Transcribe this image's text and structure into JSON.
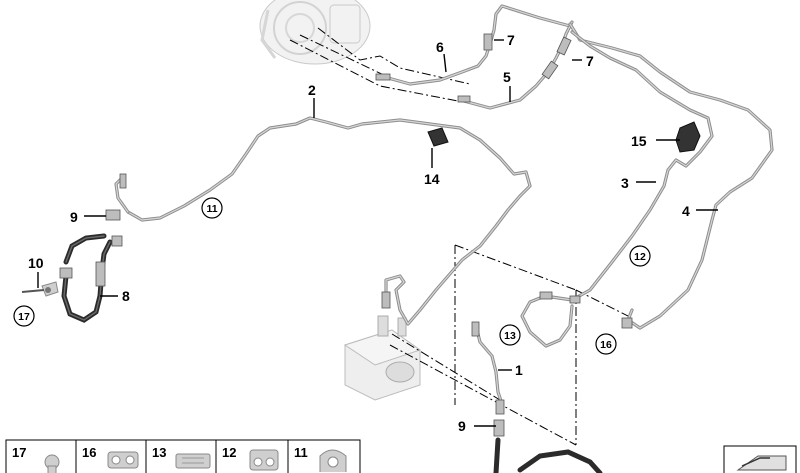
{
  "callouts": {
    "c1": "1",
    "c2": "2",
    "c3": "3",
    "c4": "4",
    "c5": "5",
    "c6": "6",
    "c7a": "7",
    "c7b": "7",
    "c8": "8",
    "c9a": "9",
    "c9b": "9",
    "c10": "10",
    "c11": "11",
    "c12": "12",
    "c13": "13",
    "c14": "14",
    "c15": "15",
    "c16": "16",
    "c17": "17"
  },
  "parts_strip": {
    "items": [
      {
        "label": "17",
        "icon": "bolt-icon"
      },
      {
        "label": "16",
        "icon": "pipe-clip-icon"
      },
      {
        "label": "13",
        "icon": "pipe-holder-icon"
      },
      {
        "label": "12",
        "icon": "pipe-clip-icon"
      },
      {
        "label": "11",
        "icon": "clamp-icon"
      }
    ]
  },
  "colors": {
    "pipe": "#8e8e8e",
    "hose": "#2b2b2b",
    "line": "#000000",
    "background": "#ffffff"
  }
}
